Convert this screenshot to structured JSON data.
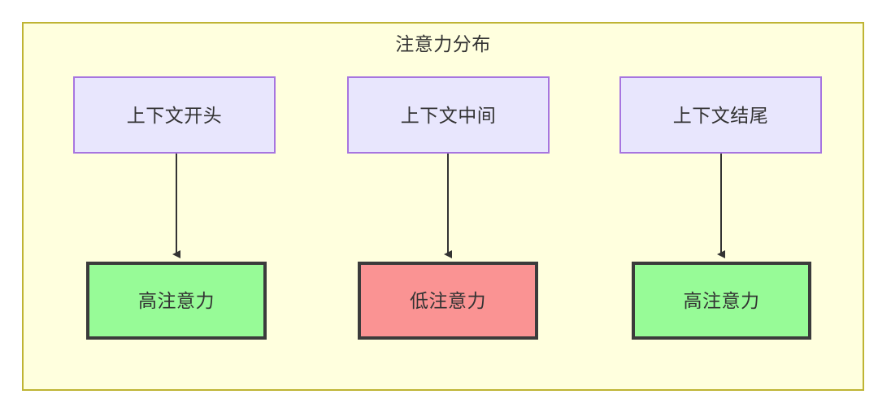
{
  "diagram": {
    "type": "flowchart",
    "title": "注意力分布",
    "container": {
      "fill": "#ffffde",
      "stroke": "#bfb434"
    },
    "context_nodes": [
      {
        "id": "ctx-start",
        "label": "上下文开头",
        "fill": "#e8e6fd",
        "stroke": "#a775e0"
      },
      {
        "id": "ctx-middle",
        "label": "上下文中间",
        "fill": "#e8e6fd",
        "stroke": "#a775e0"
      },
      {
        "id": "ctx-end",
        "label": "上下文结尾",
        "fill": "#e8e6fd",
        "stroke": "#a775e0"
      }
    ],
    "attention_nodes": [
      {
        "id": "att-high-start",
        "label": "高注意力",
        "fill": "#97fb97",
        "stroke": "#3b3b3b"
      },
      {
        "id": "att-low-middle",
        "label": "低注意力",
        "fill": "#fa9393",
        "stroke": "#3b3b3b"
      },
      {
        "id": "att-high-end",
        "label": "高注意力",
        "fill": "#97fb97",
        "stroke": "#3b3b3b"
      }
    ],
    "edges": [
      {
        "from": "ctx-start",
        "to": "att-high-start",
        "label": "",
        "arrow": "arrow-down-icon"
      },
      {
        "from": "ctx-middle",
        "to": "att-low-middle",
        "label": "",
        "arrow": "arrow-down-icon"
      },
      {
        "from": "ctx-end",
        "to": "att-high-end",
        "label": "",
        "arrow": "arrow-down-icon"
      }
    ],
    "edge_color": "#333333"
  }
}
